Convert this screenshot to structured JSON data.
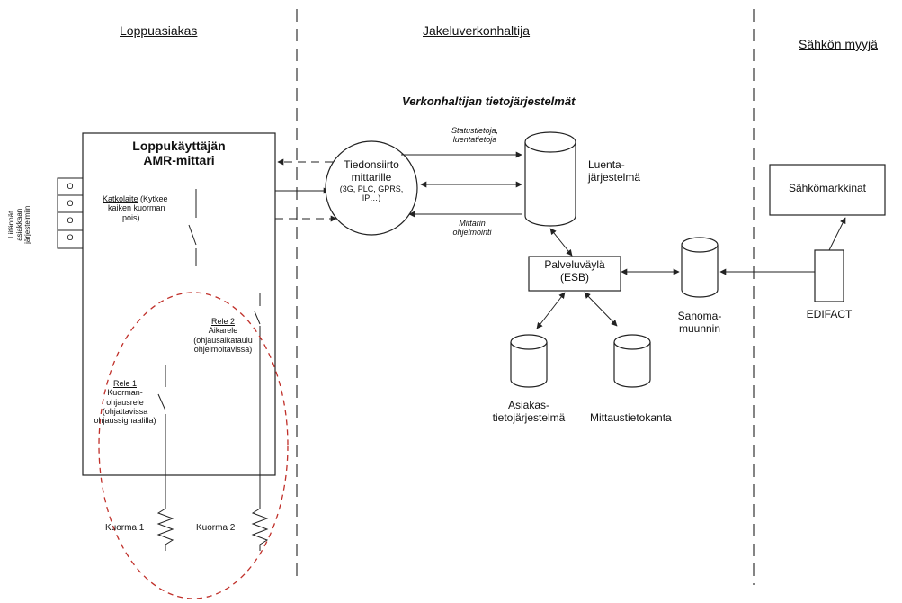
{
  "sections": {
    "left": "Loppuasiakas",
    "middle": "Jakeluverkonhaltija",
    "right": "Sähkön myyjä"
  },
  "network_systems_title": "Verkonhaltijan tietojärjestelmät",
  "meter": {
    "title_line1": "Loppukäyttäjän",
    "title_line2": "AMR-mittari",
    "breaker_label": "Katkolaite",
    "breaker_desc_line1": " (Kytkee",
    "breaker_desc_line2": "kaiken kuorman",
    "breaker_desc_line3": "pois)",
    "relay1_label": "Rele 1",
    "relay1_line1": "Kuorman-",
    "relay1_line2": "ohjausrele",
    "relay1_line3": "(ohjattavissa",
    "relay1_line4": "ohjaussignaalilla)",
    "relay2_label": "Rele 2",
    "relay2_line1": "Aikarele",
    "relay2_line2": "(ohjausaikataulu",
    "relay2_line3": "ohjelmoitavissa)",
    "load1": "Kuorma 1",
    "load2": "Kuorma 2",
    "ports_label_line1": "Liitännät",
    "ports_label_line2": "asiakkaan",
    "ports_label_line3": "järjestelmiin",
    "port_symbol": "O"
  },
  "transfer": {
    "line1": "Tiedonsiirto",
    "line2": "mittarille",
    "line3": "(3G, PLC, GPRS,",
    "line4": "IP…)"
  },
  "arrows": {
    "status_line1": "Statustietoja,",
    "status_line2": "luentatietoja",
    "programming_line1": "Mittarin",
    "programming_line2": "ohjelmointi"
  },
  "reading_system": {
    "line1": "Luenta-",
    "line2": "järjestelmä"
  },
  "esb": {
    "line1": "Palveluväylä",
    "line2": "(ESB)"
  },
  "customer_db": {
    "line1": "Asiakas-",
    "line2": "tietojärjestelmä"
  },
  "metering_db": "Mittaustietokanta",
  "converter": {
    "line1": "Sanoma-",
    "line2": "muunnin"
  },
  "market": "Sähkömarkkinat",
  "edifact": "EDIFACT",
  "colors": {
    "line": "#222222",
    "dash_ellipse": "#c0302a",
    "background": "#ffffff"
  }
}
